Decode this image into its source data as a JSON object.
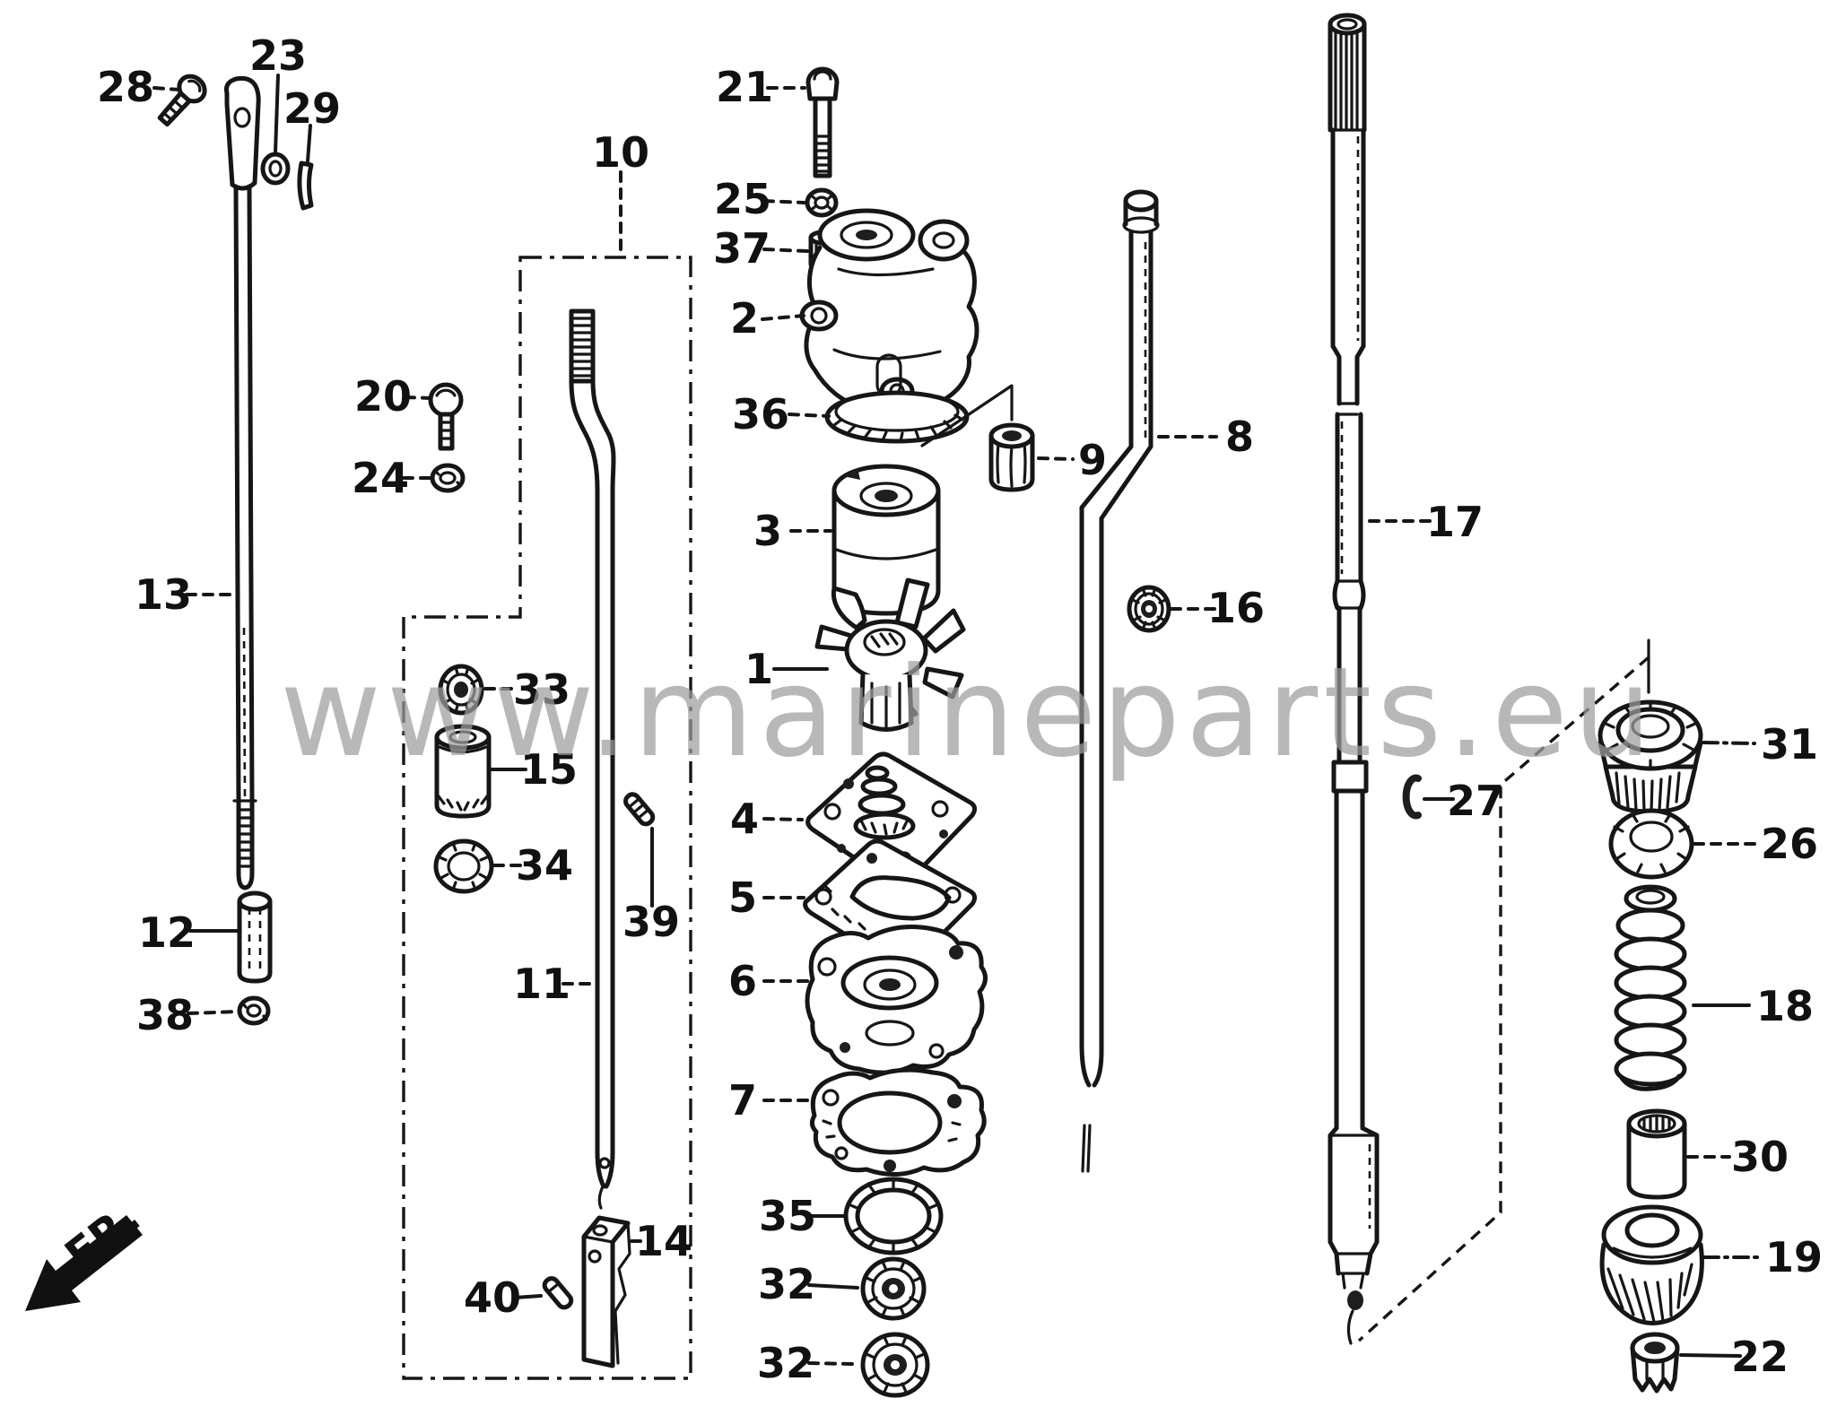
{
  "diagram": {
    "type": "exploded-parts-diagram",
    "watermark": {
      "text": "www.marineparts.eu"
    },
    "orientation": {
      "label": "FR."
    },
    "colors": {
      "background": "#ffffff",
      "line": "#161616",
      "watermark": "#9c9c9c"
    }
  },
  "callouts": {
    "c1": {
      "label": "1"
    },
    "c2": {
      "label": "2"
    },
    "c3": {
      "label": "3"
    },
    "c4": {
      "label": "4"
    },
    "c5": {
      "label": "5"
    },
    "c6": {
      "label": "6"
    },
    "c7": {
      "label": "7"
    },
    "c8": {
      "label": "8"
    },
    "c9": {
      "label": "9"
    },
    "c10": {
      "label": "10"
    },
    "c11": {
      "label": "11"
    },
    "c12": {
      "label": "12"
    },
    "c13": {
      "label": "13"
    },
    "c14": {
      "label": "14"
    },
    "c15": {
      "label": "15"
    },
    "c16": {
      "label": "16"
    },
    "c17": {
      "label": "17"
    },
    "c18": {
      "label": "18"
    },
    "c19": {
      "label": "19"
    },
    "c20": {
      "label": "20"
    },
    "c21": {
      "label": "21"
    },
    "c22": {
      "label": "22"
    },
    "c23": {
      "label": "23"
    },
    "c24": {
      "label": "24"
    },
    "c25": {
      "label": "25"
    },
    "c26": {
      "label": "26"
    },
    "c27": {
      "label": "27"
    },
    "c28": {
      "label": "28"
    },
    "c29": {
      "label": "29"
    },
    "c30": {
      "label": "30"
    },
    "c31": {
      "label": "31"
    },
    "c32a": {
      "label": "32"
    },
    "c32b": {
      "label": "32"
    },
    "c33": {
      "label": "33"
    },
    "c34": {
      "label": "34"
    },
    "c35": {
      "label": "35"
    },
    "c36": {
      "label": "36"
    },
    "c37": {
      "label": "37"
    },
    "c38": {
      "label": "38"
    },
    "c39": {
      "label": "39"
    },
    "c40": {
      "label": "40"
    }
  }
}
